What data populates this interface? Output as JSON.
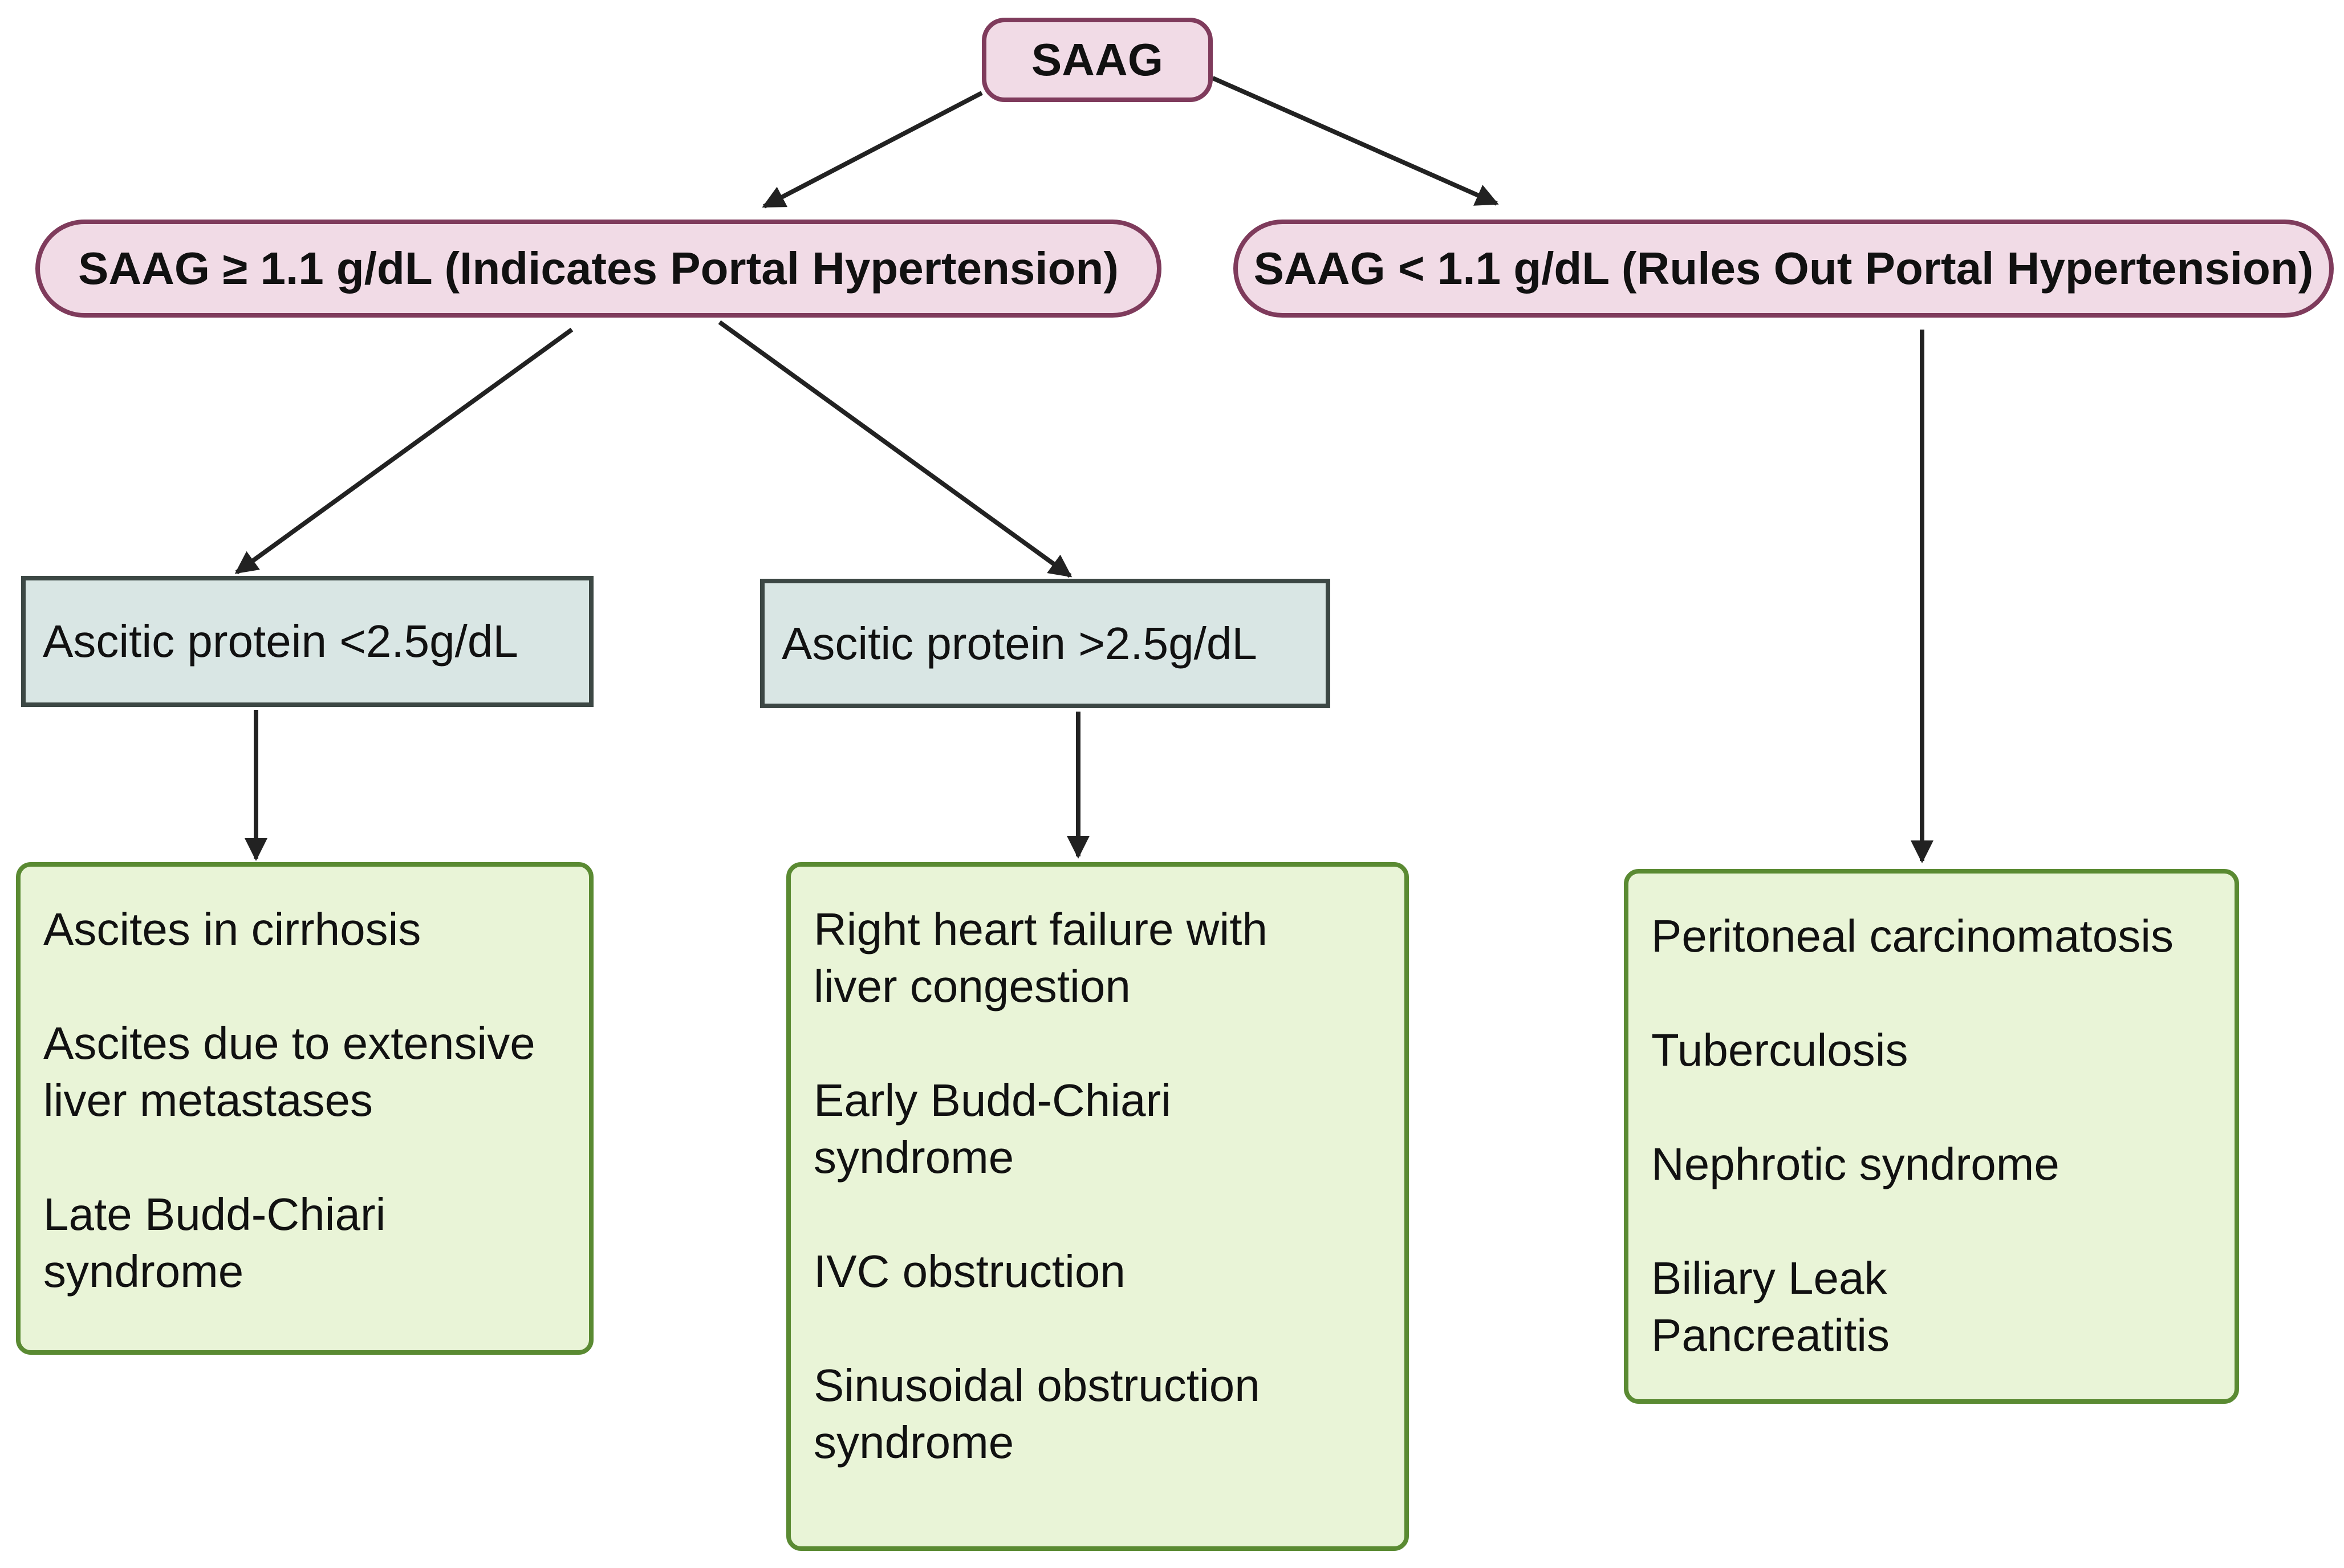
{
  "root": {
    "label": "SAAG"
  },
  "branches": {
    "high": {
      "label": "SAAG ≥ 1.1 g/dL (Indicates Portal Hypertension)"
    },
    "low": {
      "label": "SAAG < 1.1 g/dL (Rules Out Portal Hypertension)"
    }
  },
  "protein": {
    "low": {
      "label": "Ascitic protein <2.5g/dL"
    },
    "high": {
      "label": "Ascitic protein >2.5g/dL"
    }
  },
  "results": {
    "low_protein": {
      "items": [
        [
          "Ascites in cirrhosis"
        ],
        [
          "Ascites due to extensive",
          "liver metastases"
        ],
        [
          "Late Budd-Chiari",
          "syndrome"
        ]
      ]
    },
    "high_protein": {
      "items": [
        [
          "Right heart failure with",
          "liver congestion"
        ],
        [
          "Early Budd-Chiari",
          "syndrome"
        ],
        [
          "IVC obstruction"
        ],
        [
          "Sinusoidal obstruction",
          "syndrome"
        ]
      ]
    },
    "low_saag": {
      "items": [
        [
          "Peritoneal carcinomatosis"
        ],
        [
          "Tuberculosis"
        ],
        [
          "Nephrotic syndrome"
        ],
        [
          "Biliary Leak",
          "Pancreatitis"
        ]
      ]
    }
  },
  "colors": {
    "pill_fill": "#f1dbe6",
    "pill_border": "#7f3b5c",
    "gray_fill": "#d9e6e4",
    "gray_border": "#3c4744",
    "green_fill": "#e9f4d7",
    "green_border": "#5a8a32",
    "arrow": "#222222"
  }
}
